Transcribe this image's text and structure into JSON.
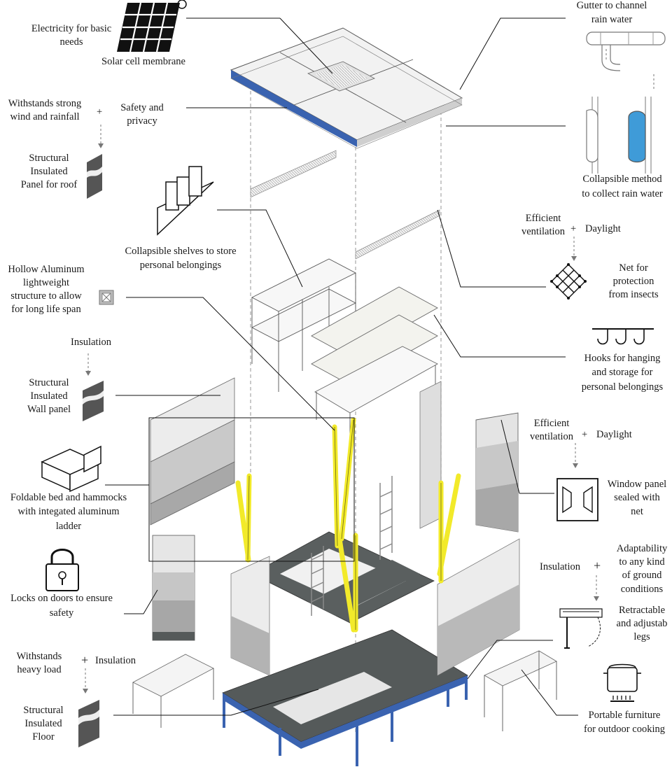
{
  "colors": {
    "structure_yellow": "#f2ea2a",
    "floor_blue": "#3a63b0",
    "floor_dark": "#555a5a",
    "water_blue": "#3f9bd8",
    "panel_light": "#ececec",
    "panel_mid": "#c9c9c9",
    "panel_dark": "#a5a5a5"
  },
  "labels": {
    "electricity": [
      "Electricity for basic",
      "needs"
    ],
    "solar": [
      "Solar cell membrane"
    ],
    "gutter": [
      "Gutter to channel",
      "rain water"
    ],
    "strong_wind": [
      "Withstands strong",
      "wind  and rainfall"
    ],
    "safety_privacy": [
      "Safety and",
      "privacy"
    ],
    "sip_roof": [
      "Structural",
      "Insulated",
      "Panel for roof"
    ],
    "collapsible_rain": [
      "Collapsible method",
      "to collect rain water"
    ],
    "shelves": [
      "Collapsible shelves to store",
      "personal belongings"
    ],
    "eff_vent_1": [
      "Efficient",
      "ventilation"
    ],
    "daylight_1": [
      "Daylight"
    ],
    "net": [
      "Net for",
      "protection",
      "from insects"
    ],
    "aluminum": [
      "Hollow Aluminum",
      "lightweight",
      "structure to allow",
      "for long life span"
    ],
    "insulation_1": [
      "Insulation"
    ],
    "hooks": [
      "Hooks for hanging",
      "and storage for",
      "personal belongings"
    ],
    "sip_wall": [
      "Structural",
      "Insulated",
      "Wall panel"
    ],
    "eff_vent_2": [
      "Efficient",
      "ventilation"
    ],
    "daylight_2": [
      "Daylight"
    ],
    "bed": [
      "Foldable bed and hammocks",
      "with integated aluminum",
      "ladder"
    ],
    "window": [
      "Window panel",
      "sealed with",
      "net"
    ],
    "adaptability": [
      "Adaptability",
      "to any kind",
      "of ground",
      "conditions"
    ],
    "insulation_2": [
      "Insulation"
    ],
    "locks": [
      "Locks on doors to ensure",
      "safety"
    ],
    "legs": [
      "Retractable",
      "and adjustab",
      "legs"
    ],
    "heavy_load": [
      "Withstands",
      "heavy load"
    ],
    "insulation_3": [
      "Insulation"
    ],
    "sip_floor": [
      "Structural",
      "Insulated",
      "Floor"
    ],
    "portable": [
      "Portable furniture",
      "for outdoor cooking"
    ],
    "plus": "+"
  }
}
